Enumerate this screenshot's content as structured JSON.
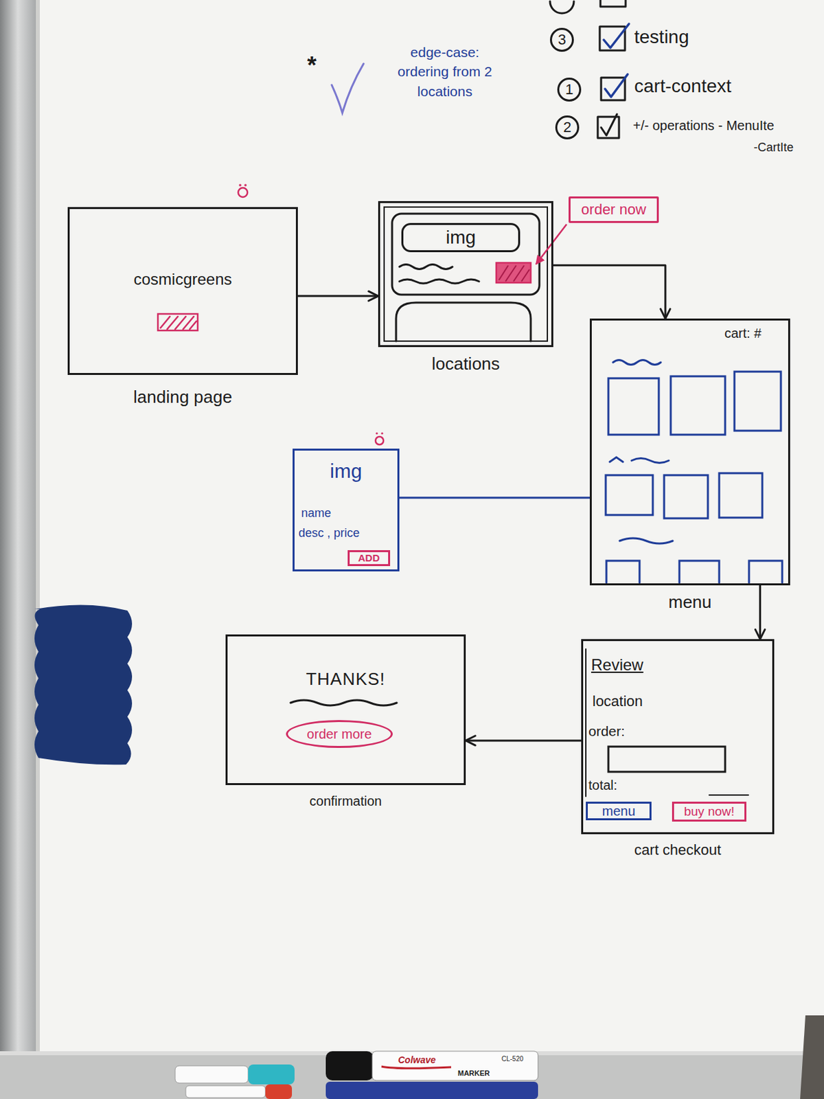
{
  "diagram": {
    "nodes": [
      {
        "text": [
          "3"
        ]
      },
      {
        "text": [
          "1"
        ]
      },
      {
        "text": [
          "2"
        ]
      },
      {
        "text": [
          "cosmicgreens",
          "landing page"
        ]
      },
      {
        "text": [
          "locations"
        ]
      },
      {
        "text": [
          "img"
        ],
        "in": 4
      },
      {
        "text": [
          "order now"
        ]
      },
      {
        "text": [
          "cart: #",
          "menu"
        ]
      },
      {
        "text": [
          "img",
          "name",
          "desc , price"
        ]
      },
      {
        "text": [
          "ADD"
        ],
        "in": 8
      },
      {
        "text": [
          "THANKS!",
          "confirmation"
        ]
      },
      {
        "text": [
          "order more"
        ],
        "in": 10
      },
      {
        "text": [
          "Review",
          "location",
          "order:",
          "total:",
          "cart checkout"
        ]
      },
      {
        "text": [
          "menu"
        ],
        "in": 12
      },
      {
        "text": [
          "buy now!"
        ],
        "in": 12
      }
    ],
    "edges": [
      {
        "from": 3,
        "to": 4,
        "arrow": "to"
      },
      {
        "from": 4,
        "to": 7,
        "arrow": "to"
      },
      {
        "from": 8,
        "to": 7,
        "arrow": "none"
      },
      {
        "from": 7,
        "to": 12,
        "arrow": "to"
      },
      {
        "from": 12,
        "to": 10,
        "arrow": "to"
      }
    ],
    "labels": [
      "*",
      "edge-case: ordering from 2 locations",
      "testing",
      "cart-context",
      "+/- operations - MenuIte",
      "-CartIte",
      "Colwave",
      "CL-520",
      "MARKER"
    ]
  }
}
